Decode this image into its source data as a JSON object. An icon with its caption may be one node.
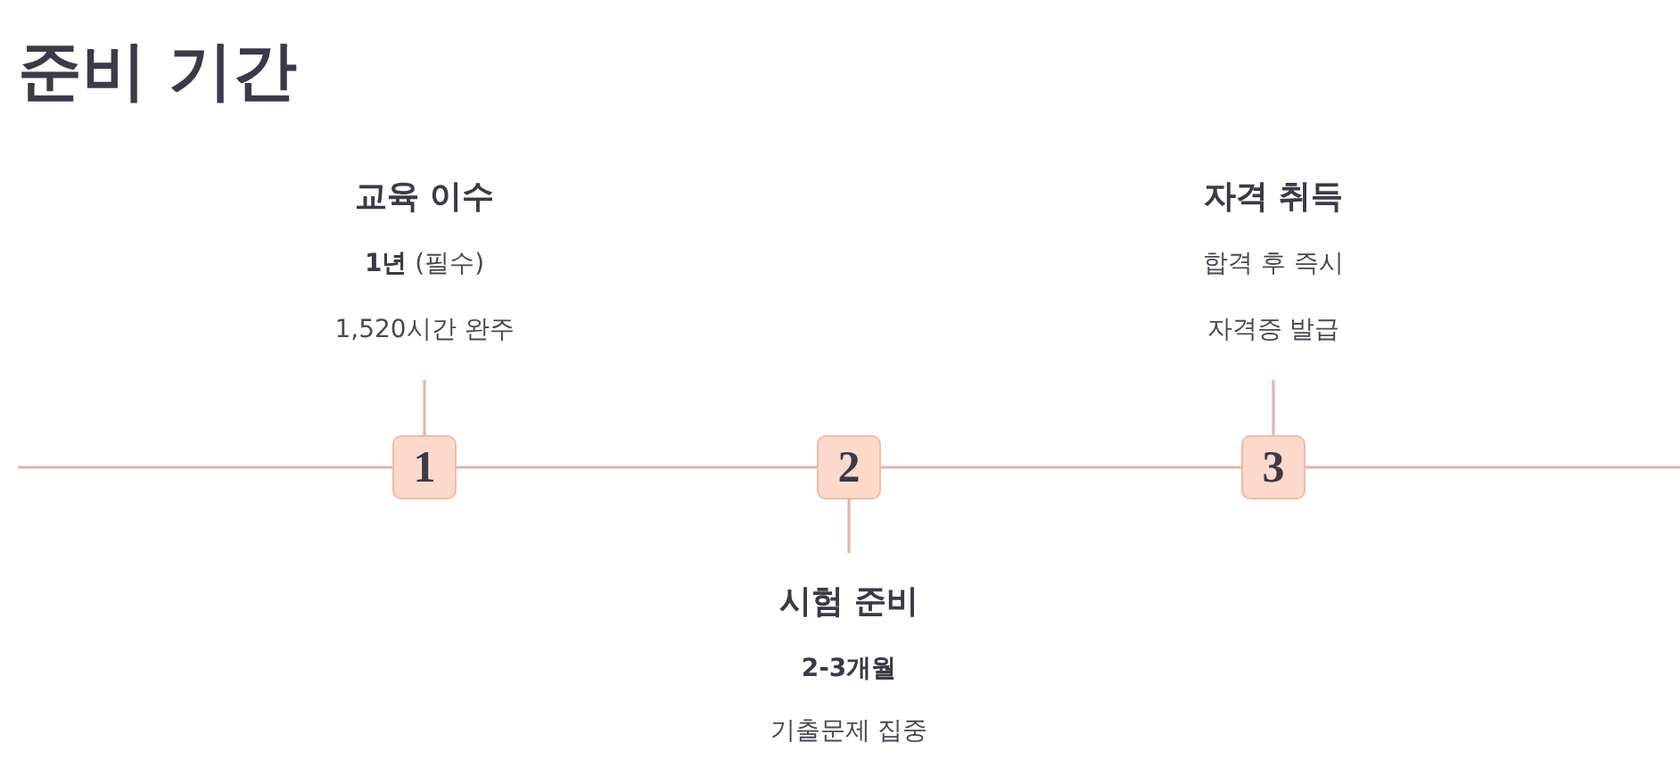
{
  "diagram": {
    "title": "준비 기간",
    "nodes": [
      {
        "text": [
          "교육 이수",
          "**1년** (필수)",
          "1,520시간 완주"
        ]
      },
      {
        "text": [
          "1"
        ]
      },
      {
        "text": [
          "2"
        ]
      },
      {
        "text": [
          "시험 준비",
          "2-3개월",
          "기출문제 집중"
        ]
      },
      {
        "text": [
          "자격 취득",
          "합격 후 즉시",
          "자격증 발급"
        ]
      },
      {
        "text": [
          "3"
        ]
      }
    ],
    "edges": [
      {
        "from": null,
        "to": 1,
        "arrow": "none"
      },
      {
        "from": 1,
        "to": 2,
        "arrow": "none"
      },
      {
        "from": 2,
        "to": 5,
        "arrow": "none"
      },
      {
        "from": 5,
        "to": null,
        "arrow": "none"
      },
      {
        "from": 0,
        "to": 1,
        "arrow": "none"
      },
      {
        "from": 2,
        "to": 3,
        "arrow": "none"
      },
      {
        "from": 4,
        "to": 5,
        "arrow": "none"
      }
    ]
  }
}
